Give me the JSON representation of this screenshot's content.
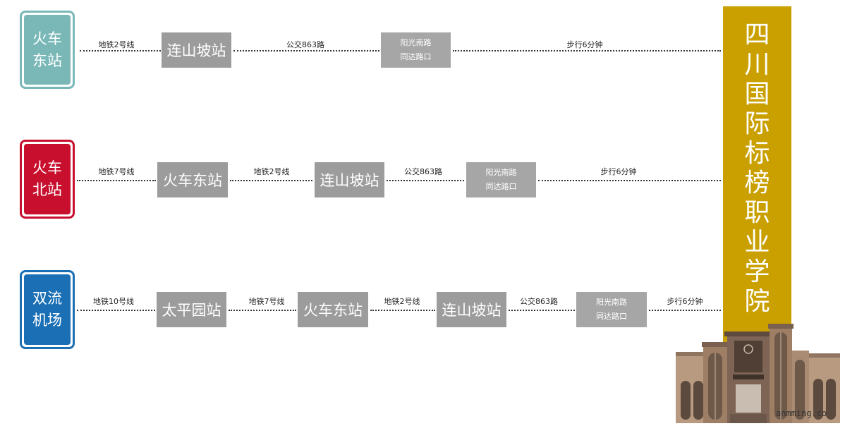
{
  "colors": {
    "origin1": "#7ab8b8",
    "origin2": "#c8102e",
    "origin3": "#1a6fb5",
    "station": "#9c9c9c",
    "destination": "#c9a000"
  },
  "destination": {
    "chars": [
      "四",
      "川",
      "国",
      "际",
      "标",
      "榜",
      "职",
      "业",
      "学",
      "院"
    ]
  },
  "routes": [
    {
      "origin": [
        "火车",
        "东站"
      ],
      "steps": [
        "地铁2号线",
        "连山坡站",
        "公交863路",
        "阳光南路",
        "同达路口",
        "步行6分钟"
      ]
    },
    {
      "origin": [
        "火车",
        "北站"
      ],
      "steps": [
        "地铁7号线",
        "火车东站",
        "地铁2号线",
        "连山坡站",
        "公交863路",
        "阳光南路",
        "同达路口",
        "步行6分钟"
      ]
    },
    {
      "origin": [
        "双流",
        "机场"
      ],
      "steps": [
        "地铁10号线",
        "太平园站",
        "地铁7号线",
        "火车东站",
        "地铁2号线",
        "连山坡站",
        "公交863路",
        "阳光南路",
        "同达路口",
        "步行6分钟"
      ]
    }
  ],
  "watermark": "anmming.co"
}
